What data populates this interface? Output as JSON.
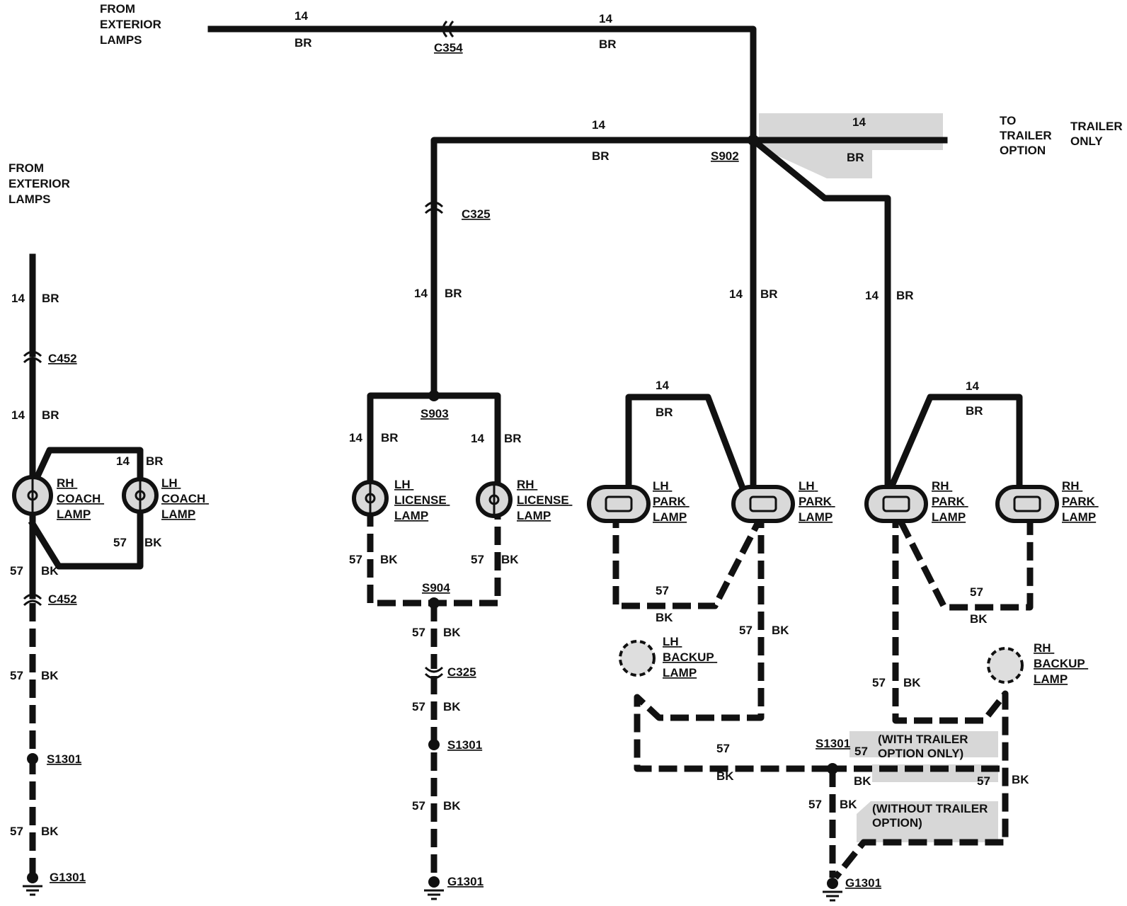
{
  "wire": {
    "br_gauge": "14",
    "br_color": "BR",
    "bk_gauge": "57",
    "bk_color": "BK"
  },
  "labels": {
    "from_exterior_lamps_top": [
      "FROM",
      "EXTERIOR",
      "LAMPS"
    ],
    "from_exterior_lamps_left": [
      "FROM",
      "EXTERIOR",
      "LAMPS"
    ],
    "to_trailer_option": [
      "TO",
      "TRAILER",
      "OPTION"
    ],
    "trailer_only": [
      "TRAILER",
      "ONLY"
    ],
    "with_trailer_option": [
      "(WITH TRAILER",
      "OPTION ONLY)"
    ],
    "without_trailer_option": [
      "(WITHOUT TRAILER",
      "OPTION)"
    ]
  },
  "connectors": {
    "c354": "C354",
    "c325": "C325",
    "c452": "C452"
  },
  "splices": {
    "s902": "S902",
    "s903": "S903",
    "s904": "S904",
    "s1301": "S1301"
  },
  "grounds": {
    "g1301": "G1301"
  },
  "lamps": {
    "rh_coach": [
      "RH",
      "COACH",
      "LAMP"
    ],
    "lh_coach": [
      "LH",
      "COACH",
      "LAMP"
    ],
    "lh_license": [
      "LH",
      "LICENSE",
      "LAMP"
    ],
    "rh_license": [
      "RH",
      "LICENSE",
      "LAMP"
    ],
    "lh_park": [
      "LH",
      "PARK",
      "LAMP"
    ],
    "rh_park": [
      "RH",
      "PARK",
      "LAMP"
    ],
    "lh_backup": [
      "LH",
      "BACKUP",
      "LAMP"
    ],
    "rh_backup": [
      "RH",
      "BACKUP",
      "LAMP"
    ]
  }
}
